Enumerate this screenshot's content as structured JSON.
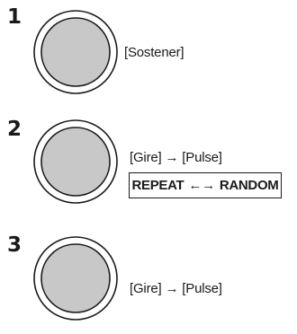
{
  "steps": [
    {
      "number": "1",
      "instruction": {
        "text": "[Sostener]"
      }
    },
    {
      "number": "2",
      "instruction": {
        "first": "[Gire]",
        "arrow": "→",
        "second": "[Pulse]"
      },
      "mode_box": {
        "first": "REPEAT",
        "arrow": "←→",
        "second": "RANDOM"
      }
    },
    {
      "number": "3",
      "instruction": {
        "first": "[Gire]",
        "arrow": "→",
        "second": "[Pulse]"
      }
    }
  ],
  "icons": {
    "knob": "control-knob-icon"
  },
  "colors": {
    "text": "#1a1a1a",
    "knob_fill": "#c8c8c8",
    "knob_stroke": "#1a1a1a",
    "background": "#ffffff"
  }
}
